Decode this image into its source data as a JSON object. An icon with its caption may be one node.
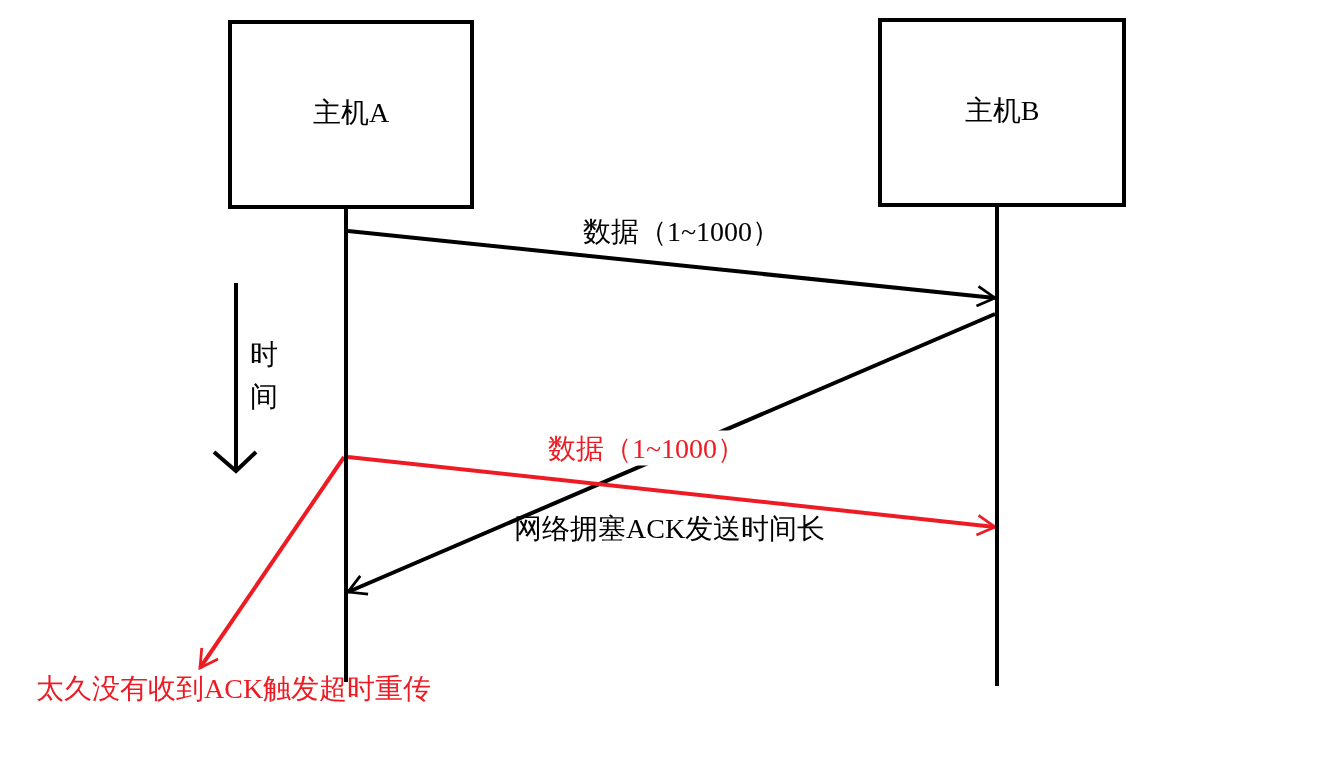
{
  "diagram": {
    "nodes": [
      {
        "text": [
          "主机A"
        ]
      },
      {
        "text": [
          "主机B"
        ]
      },
      {
        "text": [],
        "shape": "bar"
      },
      {
        "text": [],
        "shape": "bar"
      },
      {
        "text": [
          "太久没有收到ACK触发超时重传"
        ]
      }
    ],
    "edges": [
      {
        "from": 2,
        "to": 3,
        "arrow": "to",
        "label": "数据（1~1000）"
      },
      {
        "from": 3,
        "to": 2,
        "arrow": "to"
      },
      {
        "from": 2,
        "to": 3,
        "arrow": "to",
        "label": "数据（1~1000）",
        "color": "#ed1c24"
      },
      {
        "from": 2,
        "to": 4,
        "arrow": "to",
        "color": "#ed1c24"
      }
    ],
    "labels": [
      "时间",
      "网络拥塞ACK发送时间长"
    ]
  }
}
